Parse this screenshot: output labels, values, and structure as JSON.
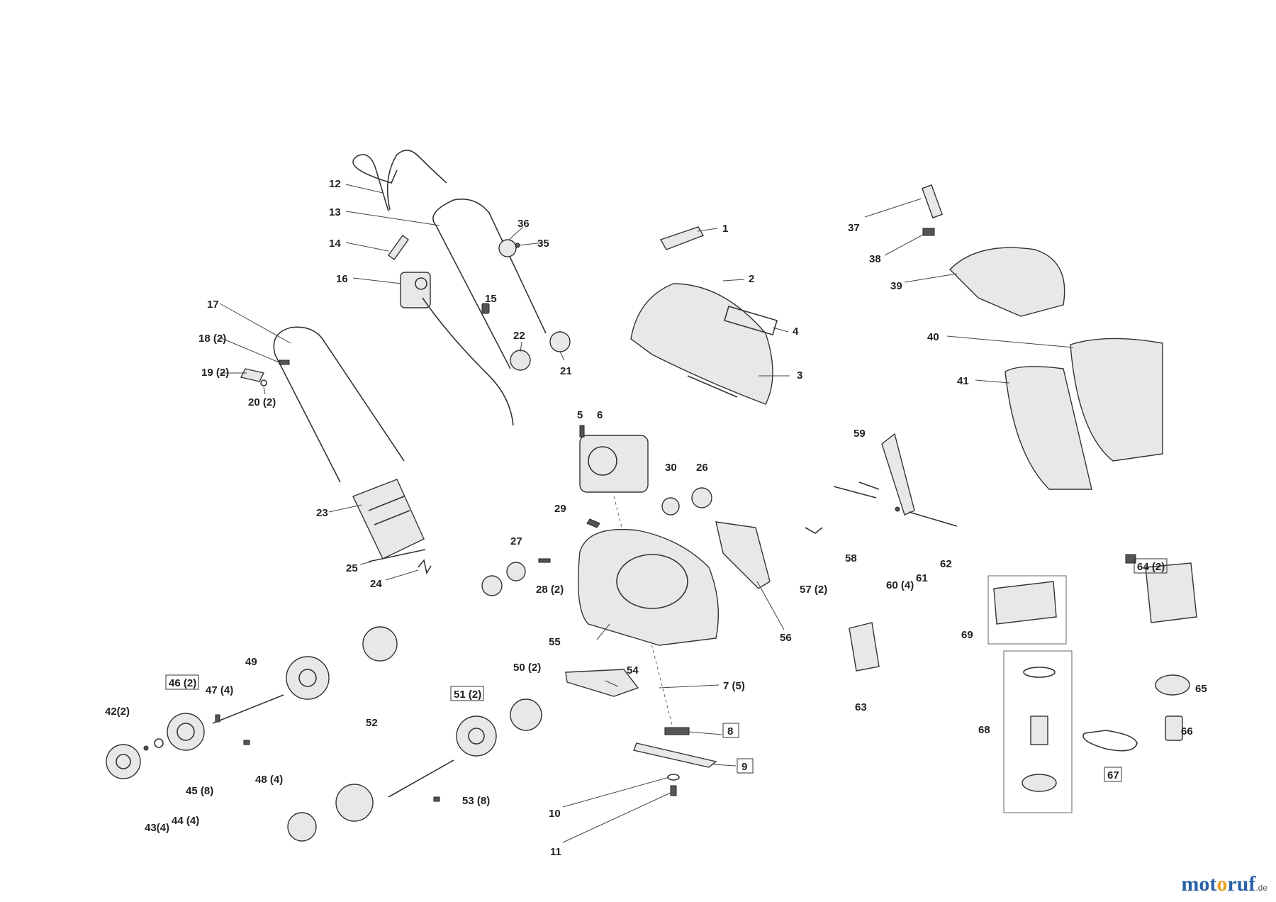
{
  "labels": [
    {
      "id": "p1",
      "text": "1"
    },
    {
      "id": "p2",
      "text": "2"
    },
    {
      "id": "p3",
      "text": "3"
    },
    {
      "id": "p4",
      "text": "4"
    },
    {
      "id": "p5",
      "text": "5"
    },
    {
      "id": "p6",
      "text": "6"
    },
    {
      "id": "p7",
      "text": "7 (5)"
    },
    {
      "id": "p8",
      "text": "8"
    },
    {
      "id": "p9",
      "text": "9"
    },
    {
      "id": "p10",
      "text": "10"
    },
    {
      "id": "p11",
      "text": "11"
    },
    {
      "id": "p12",
      "text": "12"
    },
    {
      "id": "p13",
      "text": "13"
    },
    {
      "id": "p14",
      "text": "14"
    },
    {
      "id": "p15",
      "text": "15"
    },
    {
      "id": "p16",
      "text": "16"
    },
    {
      "id": "p17",
      "text": "17"
    },
    {
      "id": "p18",
      "text": "18 (2)"
    },
    {
      "id": "p19",
      "text": "19 (2)"
    },
    {
      "id": "p20",
      "text": "20 (2)"
    },
    {
      "id": "p21",
      "text": "21"
    },
    {
      "id": "p22",
      "text": "22"
    },
    {
      "id": "p23",
      "text": "23"
    },
    {
      "id": "p24",
      "text": "24"
    },
    {
      "id": "p25",
      "text": "25"
    },
    {
      "id": "p26",
      "text": "26"
    },
    {
      "id": "p27",
      "text": "27"
    },
    {
      "id": "p28",
      "text": "28 (2)"
    },
    {
      "id": "p29",
      "text": "29"
    },
    {
      "id": "p30",
      "text": "30"
    },
    {
      "id": "p35",
      "text": "35"
    },
    {
      "id": "p36",
      "text": "36"
    },
    {
      "id": "p37",
      "text": "37"
    },
    {
      "id": "p38",
      "text": "38"
    },
    {
      "id": "p39",
      "text": "39"
    },
    {
      "id": "p40",
      "text": "40"
    },
    {
      "id": "p41",
      "text": "41"
    },
    {
      "id": "p42",
      "text": "42(2)"
    },
    {
      "id": "p43",
      "text": "43(4)"
    },
    {
      "id": "p44",
      "text": "44 (4)"
    },
    {
      "id": "p45",
      "text": "45 (8)"
    },
    {
      "id": "p46",
      "text": "46 (2)"
    },
    {
      "id": "p47",
      "text": "47 (4)"
    },
    {
      "id": "p48",
      "text": "48 (4)"
    },
    {
      "id": "p49",
      "text": "49"
    },
    {
      "id": "p50",
      "text": "50 (2)"
    },
    {
      "id": "p51",
      "text": "51 (2)"
    },
    {
      "id": "p52",
      "text": "52"
    },
    {
      "id": "p53",
      "text": "53 (8)"
    },
    {
      "id": "p54",
      "text": "54"
    },
    {
      "id": "p55",
      "text": "55"
    },
    {
      "id": "p56",
      "text": "56"
    },
    {
      "id": "p57",
      "text": "57 (2)"
    },
    {
      "id": "p58",
      "text": "58"
    },
    {
      "id": "p59",
      "text": "59"
    },
    {
      "id": "p60",
      "text": "60 (4)"
    },
    {
      "id": "p61",
      "text": "61"
    },
    {
      "id": "p62",
      "text": "62"
    },
    {
      "id": "p63",
      "text": "63"
    },
    {
      "id": "p64",
      "text": "64 (2)"
    },
    {
      "id": "p65",
      "text": "65"
    },
    {
      "id": "p66",
      "text": "66"
    },
    {
      "id": "p67",
      "text": "67"
    },
    {
      "id": "p68",
      "text": "68"
    },
    {
      "id": "p69",
      "text": "69"
    }
  ],
  "brand": {
    "part1": "mot",
    "part2": "o",
    "part3": "ruf",
    "tld": ".de"
  }
}
